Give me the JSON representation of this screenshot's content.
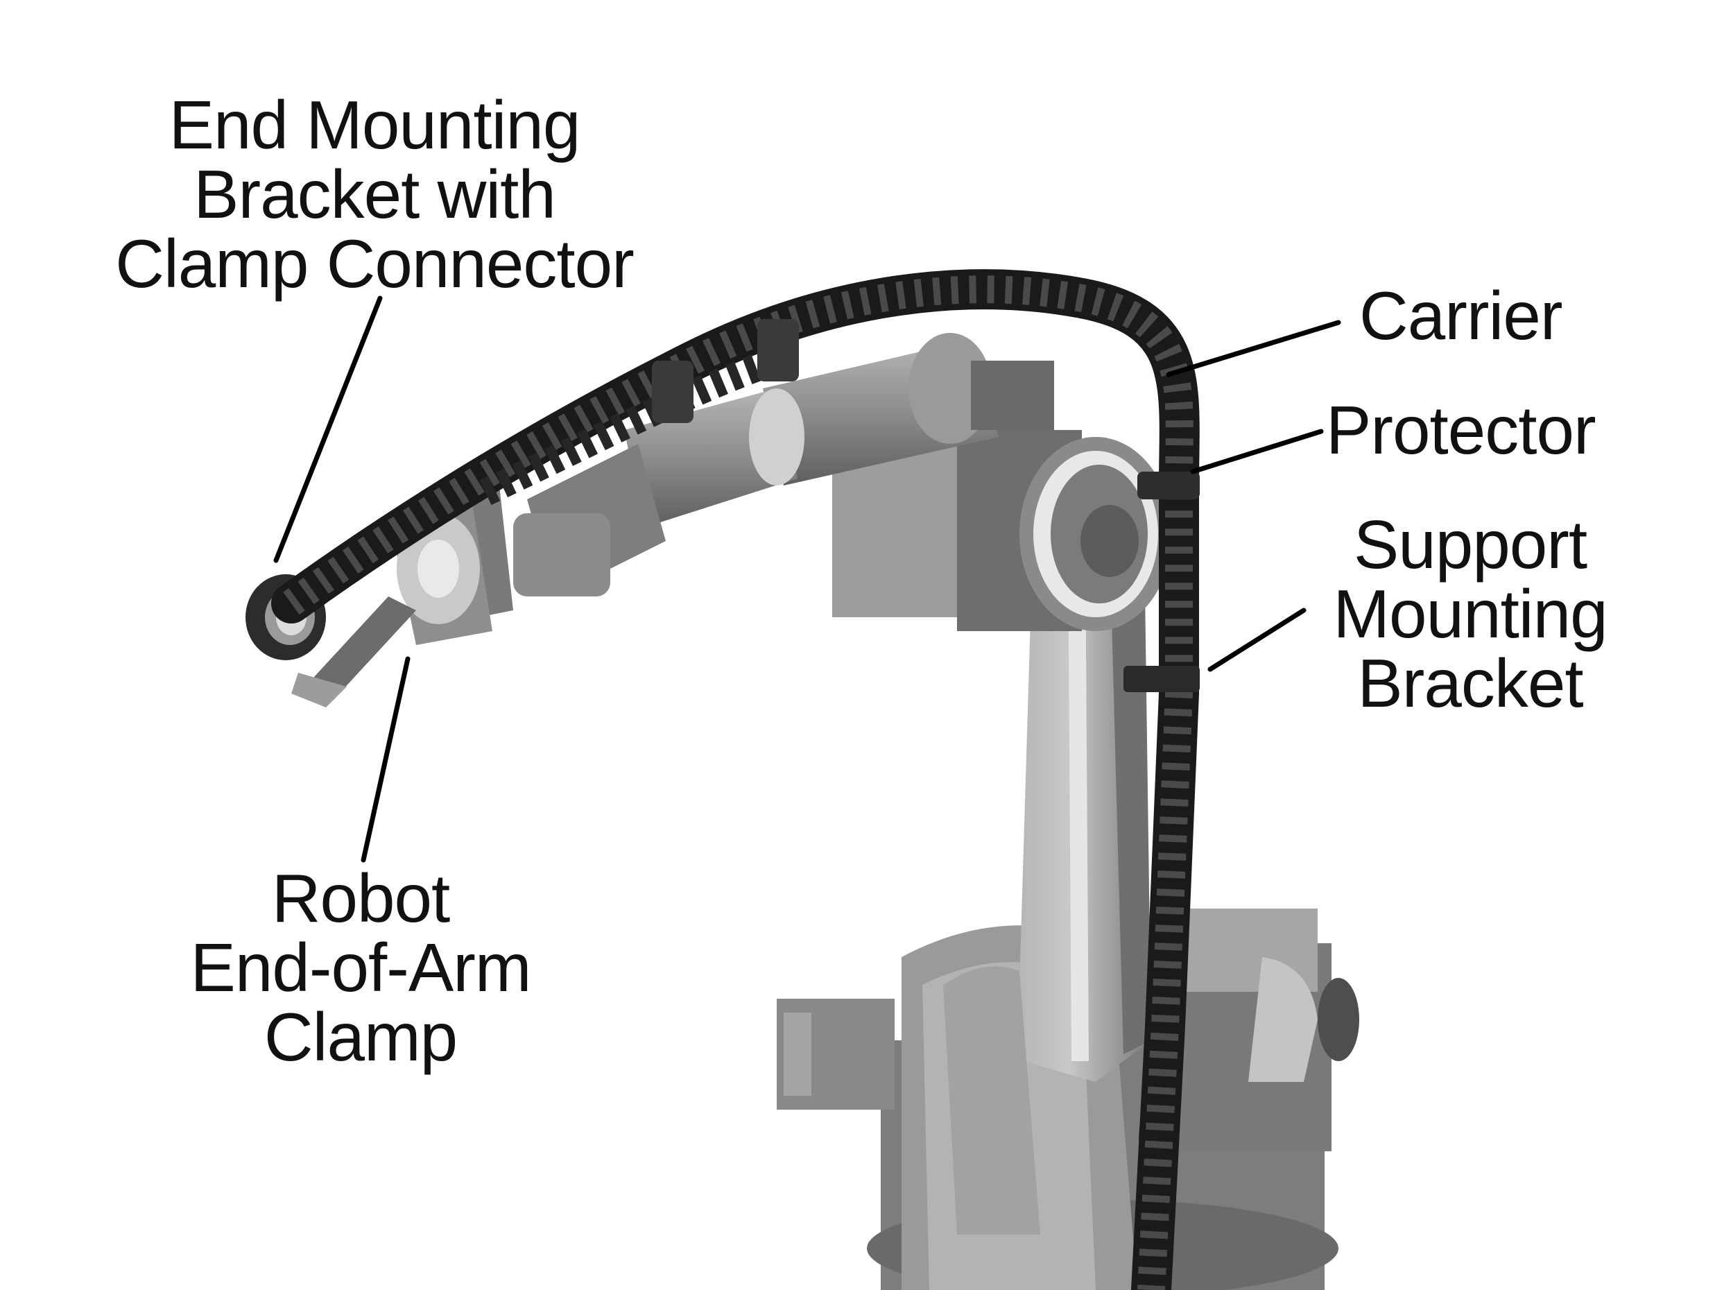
{
  "labels": {
    "end_bracket": {
      "lines": [
        "End Mounting",
        "Bracket with",
        "Clamp Connector"
      ]
    },
    "carrier": {
      "lines": [
        "Carrier"
      ]
    },
    "protector": {
      "lines": [
        "Protector"
      ]
    },
    "support_bracket": {
      "lines": [
        "Support",
        "Mounting",
        "Bracket"
      ]
    },
    "clamp": {
      "lines": [
        "Robot",
        "End-of-Arm",
        "Clamp"
      ]
    }
  },
  "colors": {
    "background": "#ffffff",
    "text": "#111111",
    "leader_line": "#000000",
    "robot_light": "#bdbdbd",
    "robot_mid": "#8f8f8f",
    "robot_dark": "#5a5a5a",
    "cable": "#2b2b2b"
  }
}
